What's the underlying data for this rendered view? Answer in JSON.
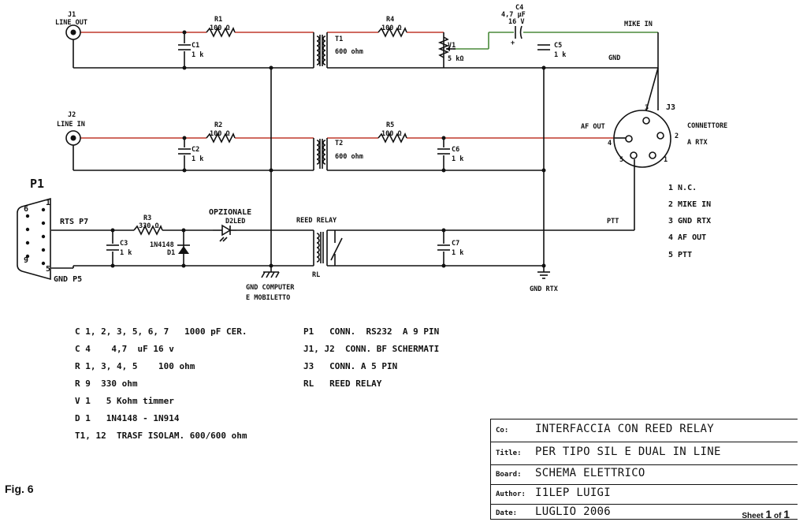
{
  "connectors": {
    "j1": {
      "ref": "J1",
      "name": "LINE OUT"
    },
    "j2": {
      "ref": "J2",
      "name": "LINE IN"
    },
    "j3": {
      "ref": "J3",
      "name": "CONNETTORE",
      "name2": "A RTX"
    },
    "p1": {
      "ref": "P1",
      "rts": "RTS  P7",
      "gnd": "GND  P5"
    }
  },
  "components": {
    "r1": {
      "ref": "R1",
      "value": "100 Ω"
    },
    "r2": {
      "ref": "R2",
      "value": "100 Ω"
    },
    "r3": {
      "ref": "R3",
      "value": "330 Ω"
    },
    "r4": {
      "ref": "R4",
      "value": "100 Ω"
    },
    "r5": {
      "ref": "R5",
      "value": "100 Ω"
    },
    "c1": {
      "ref": "C1",
      "value": "1 k"
    },
    "c2": {
      "ref": "C2",
      "value": "1 k"
    },
    "c3": {
      "ref": "C3",
      "value": "1 k"
    },
    "c4": {
      "ref": "C4",
      "value": "4,7 μF",
      "value2": "16 V"
    },
    "c5": {
      "ref": "C5",
      "value": "1 k"
    },
    "c6": {
      "ref": "C6",
      "value": "1 k"
    },
    "c7": {
      "ref": "C7",
      "value": "1 k"
    },
    "t1": {
      "ref": "T1",
      "value": "600 ohm"
    },
    "t2": {
      "ref": "T2",
      "value": "600 ohm"
    },
    "v1": {
      "ref": "V1",
      "value": "5 kΩ"
    },
    "d1": {
      "ref": "D1",
      "value": "1N4148"
    },
    "led": {
      "ref": "D2",
      "label": "OPZIONALE",
      "label2": "LED"
    },
    "relay": {
      "ref": "RL",
      "label": "REED RELAY"
    }
  },
  "net_labels": {
    "mike_in": "MIKE IN",
    "gnd": "GND",
    "af_out": "AF OUT",
    "ptt": "PTT",
    "gnd_rtx": "GND  RTX",
    "gnd_computer": "GND COMPUTER",
    "gnd_computer2": "E MOBILETTO",
    "pin_plus": "+"
  },
  "j3_pins": {
    "p1": "1",
    "p2": "2",
    "p3": "3",
    "p4": "4",
    "p5": "5"
  },
  "p1_pins": {
    "p1": "1",
    "p5": "5",
    "p6": "6",
    "p9": "9"
  },
  "pin_legend": [
    "1   N.C.",
    "2   MIKE IN",
    "3   GND RTX",
    "4   AF OUT",
    "5   PTT"
  ],
  "bom_left": [
    "C 1, 2, 3, 5, 6, 7   1000 pF CER.",
    "C 4    4,7  uF 16 v",
    "R 1, 3, 4, 5    100 ohm",
    "R 9  330 ohm",
    "V 1   5 Kohm timmer",
    "D 1   1N4148 - 1N914",
    "T1, 12  TRASF ISOLAM. 600/600 ohm"
  ],
  "bom_right": [
    "P1   CONN.  RS232  A 9 PIN",
    "J1, J2  CONN. BF SCHERMATI",
    "J3   CONN. A 5 PIN",
    "RL   REED RELAY"
  ],
  "figure_label": "Fig. 6",
  "title_block": {
    "co_key": "Co:",
    "co_val": "INTERFACCIA CON REED RELAY",
    "title_key": "Title:",
    "title_val": "PER TIPO SIL E DUAL IN LINE",
    "board_key": "Board:",
    "board_val": "SCHEMA ELETTRICO",
    "author_key": "Author:",
    "author_val": "I1LEP   LUIGI",
    "date_key": "Date:",
    "date_val": "LUGLIO  2006",
    "sheet_pre": "Sheet",
    "sheet_num": "1",
    "sheet_of": "of",
    "sheet_total": "1"
  },
  "colors": {
    "wire": "#111111",
    "red_wire": "#c0392b",
    "green_wire": "#4a8a3a"
  }
}
